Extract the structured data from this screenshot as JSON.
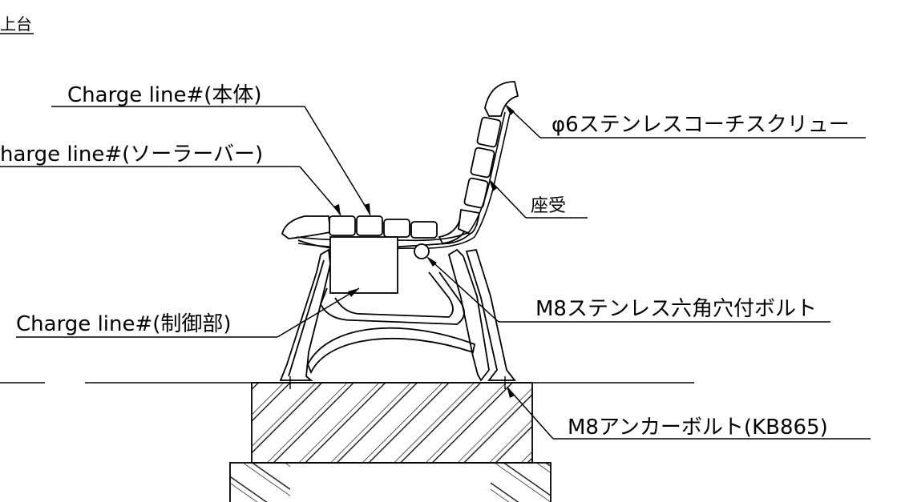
{
  "header": {
    "title": "上台"
  },
  "labels": {
    "charge_main": "Charge line#(本体)",
    "charge_solar": "harge line#(ソーラーバー)",
    "charge_control": "Charge line#(制御部)",
    "screw": "φ6ステンレスコーチスクリュー",
    "seat_support": "座受",
    "hex_bolt": "M8ステンレス六角穴付ボルト",
    "anchor_bolt": "M8アンカーボルト(KB865)"
  },
  "colors": {
    "line": "#000000",
    "background": "#ffffff"
  }
}
